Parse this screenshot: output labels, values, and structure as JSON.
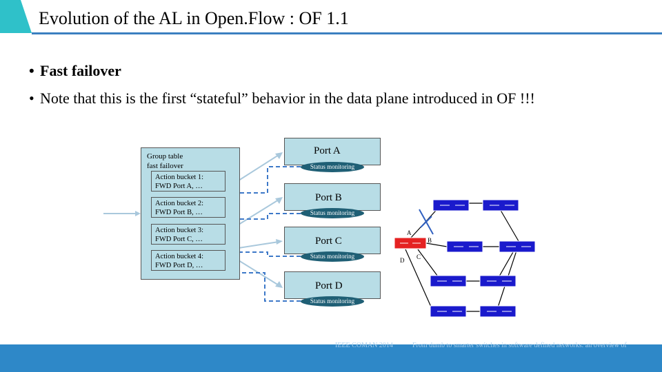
{
  "slide": {
    "title": "Evolution of the AL in Open.Flow : OF 1.1",
    "bullets": [
      "Fast failover",
      "Note that this is the first “stateful” behavior in the data plane introduced in OF !!!"
    ]
  },
  "group_table": {
    "title_line1": "Group table",
    "title_line2": "fast failover",
    "buckets": [
      {
        "line1": "Action bucket 1:",
        "line2": "FWD Port A, …"
      },
      {
        "line1": "Action bucket 2:",
        "line2": "FWD Port B, …"
      },
      {
        "line1": "Action bucket 3:",
        "line2": "FWD Port C, …"
      },
      {
        "line1": "Action bucket 4:",
        "line2": "FWD Port D, …"
      }
    ]
  },
  "ports": [
    {
      "label": "Port A",
      "status": "Status monitoring"
    },
    {
      "label": "Port B",
      "status": "Status monitoring"
    },
    {
      "label": "Port C",
      "status": "Status monitoring"
    },
    {
      "label": "Port D",
      "status": "Status monitoring"
    }
  ],
  "network": {
    "link_labels": [
      "A",
      "B",
      "C",
      "D"
    ]
  },
  "footer": {
    "left": "IEEE COMAN 2014",
    "right": "From dumb to smarter switches in software defined networks: an overview of"
  },
  "colors": {
    "accent": "#2fc1c9",
    "rule": "#3b7fc0",
    "box_fill": "#b8dde6",
    "status_fill": "#1f5f75",
    "switch_blue": "#1a1acc",
    "failed_switch": "#e52222",
    "arrow": "#a9c8dc",
    "footer": "#2e88c8"
  }
}
